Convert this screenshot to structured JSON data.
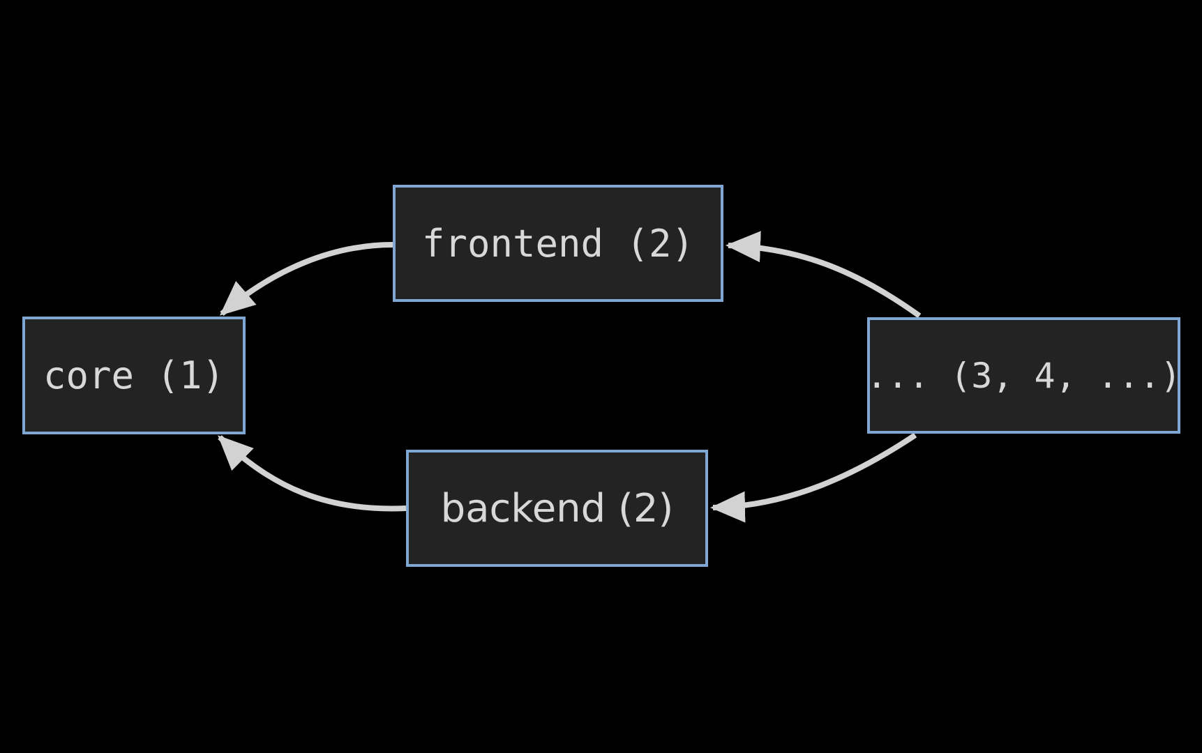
{
  "colors": {
    "background": "#000000",
    "node-fill": "#232323",
    "node-border": "#7fa7d4",
    "node-text": "#d8d8d8",
    "edge": "#d2d2d2"
  },
  "diagram": {
    "nodes": [
      {
        "id": "core",
        "label": "core (1)"
      },
      {
        "id": "frontend",
        "label": "frontend (2)"
      },
      {
        "id": "backend",
        "label": "backend (2)"
      },
      {
        "id": "others",
        "label": "... (3, 4, ...)"
      }
    ],
    "edges": [
      {
        "from": "frontend",
        "to": "core"
      },
      {
        "from": "backend",
        "to": "core"
      },
      {
        "from": "others",
        "to": "frontend"
      },
      {
        "from": "others",
        "to": "backend"
      }
    ]
  }
}
